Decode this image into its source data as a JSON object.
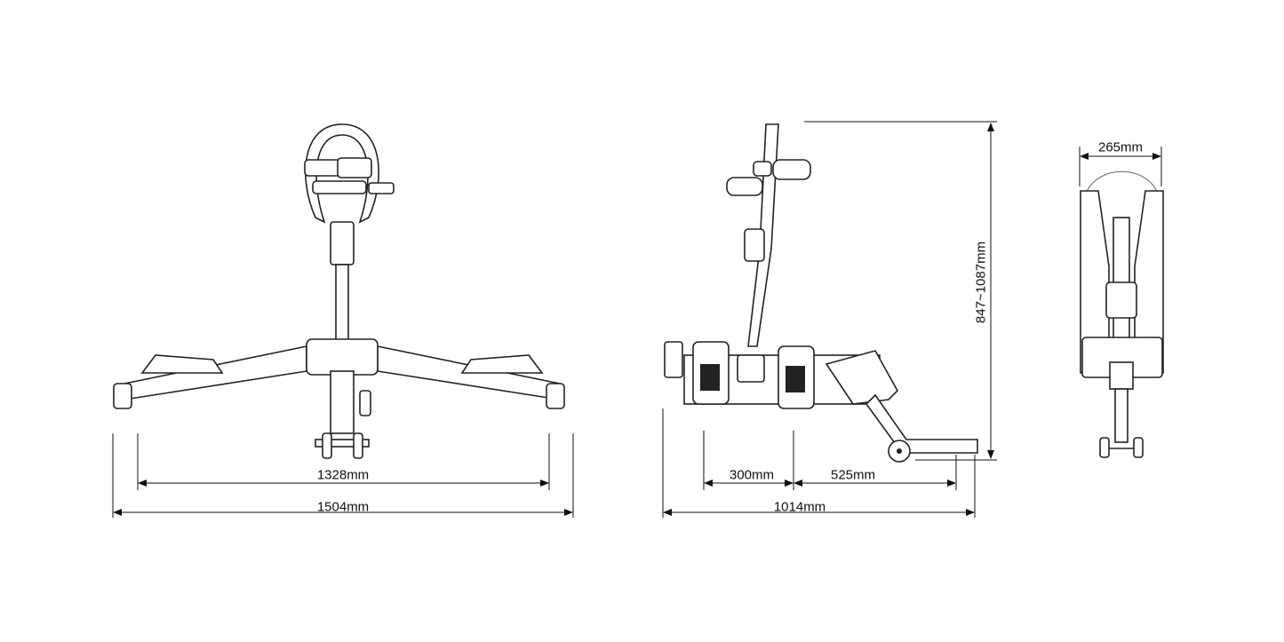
{
  "dimensions": {
    "front_inner_width": "1328mm",
    "front_outer_width": "1504mm",
    "side_wheel_spacing": "300mm",
    "side_hitch_offset": "525mm",
    "side_total_length": "1014mm",
    "height_range": "847~1087mm",
    "top_width": "265mm"
  },
  "colors": {
    "line": "#111111"
  }
}
